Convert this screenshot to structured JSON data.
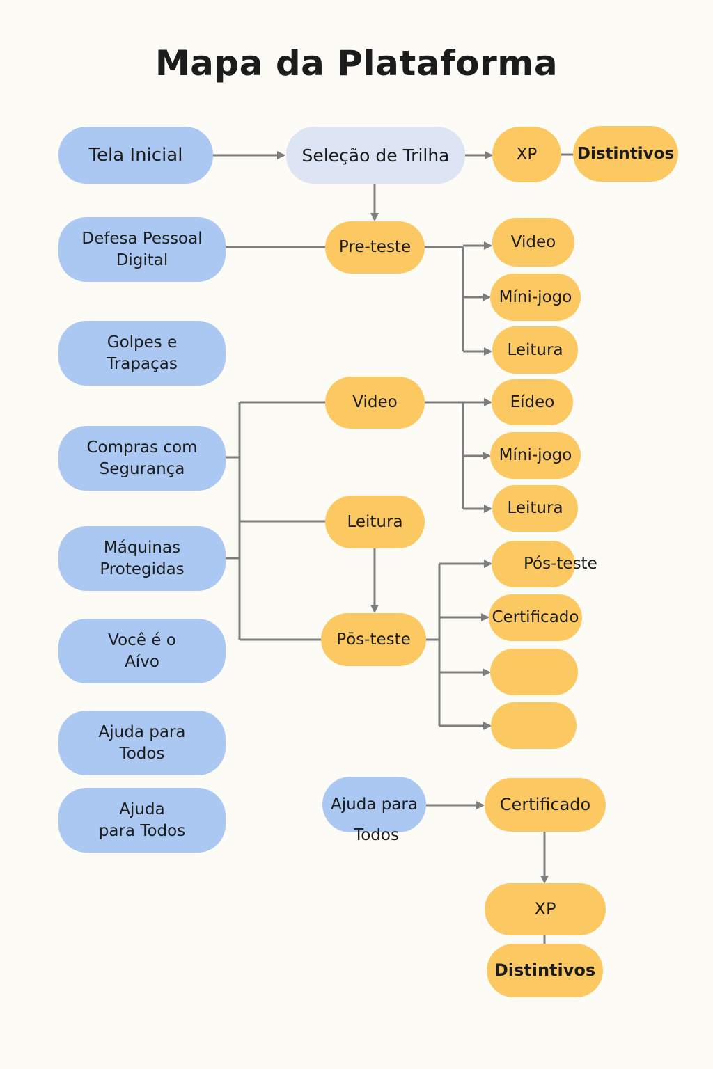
{
  "title": "Mapa da Plataforma",
  "nodes": {
    "tela_inicial": "Tela Inicial",
    "selecao_trilha": "Seleção de Trilha",
    "xp_top": "XP",
    "distintivos_top": "Distintivos",
    "defesa_pessoal": "Defesa Pessoal\nDigital",
    "golpes": "Golpes e\nTrapaças",
    "compras": "Compras com\nSegurança",
    "maquinas": "Máquinas\nProtegidas",
    "voce_alvo": "Você é o\nAívo",
    "ajuda_1": "Ajuda para\nTodos",
    "ajuda_2": "Ajuda\npara Todos",
    "pre_teste": "Pre-teste",
    "video_1": "Video",
    "minijogo_1": "Míni-jogo",
    "leitura_1": "Leitura",
    "video_mid": "Video",
    "eideo": "Eídeo",
    "minijogo_2": "Míni-jogo",
    "leitura_2": "Leitura",
    "leitura_mid": "Leitura",
    "pos_teste_mid": "Pōs-teste",
    "pos_teste_right": "Pós-teste",
    "certificado_right": "Certificado",
    "empty_1": "",
    "empty_2": "",
    "ajuda_bottom": "Ajuda para",
    "ajuda_bottom_sub": "Todos",
    "certificado_bottom": "Certificado",
    "xp_bottom": "XP",
    "distintivos_bottom": "Distintivos"
  },
  "colors": {
    "blue_node": "#aac8f2",
    "light_node": "#dde4f4",
    "orange_node": "#fcc862",
    "connector": "#7d7d7d",
    "background": "#fcfbf5"
  }
}
